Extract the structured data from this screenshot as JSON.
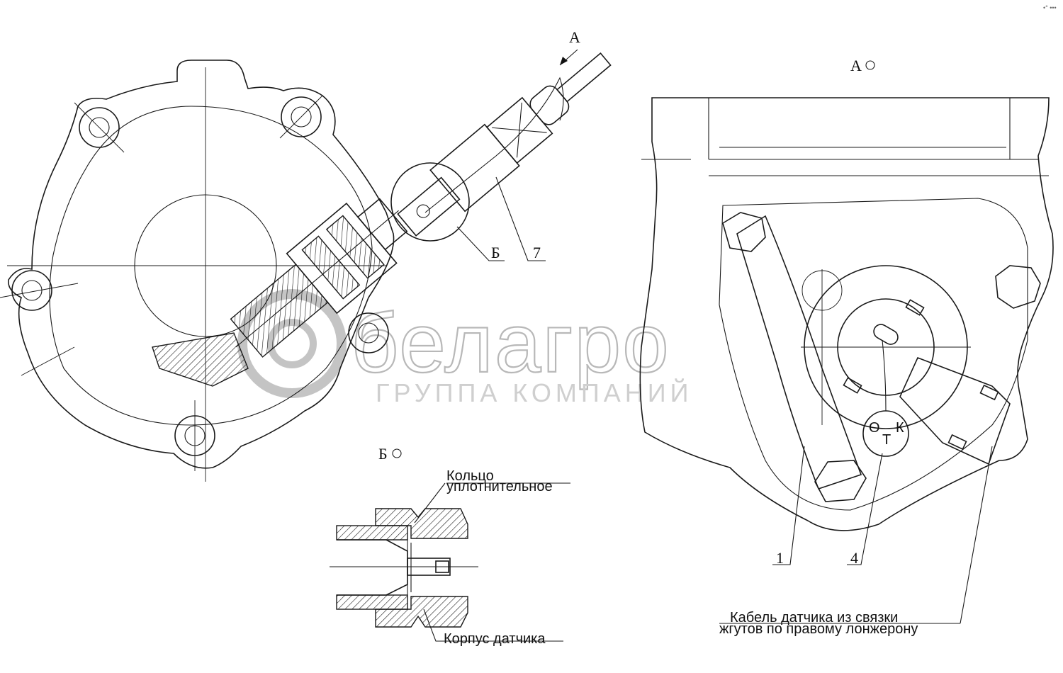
{
  "labels": {
    "view_a_arrow": "А",
    "view_a_title": "А",
    "view_b_callout": "Б",
    "view_b_title": "Б",
    "part_7": "7",
    "part_1": "1",
    "part_4": "4"
  },
  "seal_letters": {
    "left": "О",
    "middle": "Т",
    "right": "К"
  },
  "notes": {
    "ring_line1": "Кольцо",
    "ring_line2": "уплотнительное",
    "sensor_body": "Корпус датчика",
    "cable_line1": "Кабель датчика из связки",
    "cable_line2": "жгутов по правому лонжерону"
  },
  "watermark": {
    "brand": "белагро",
    "subtitle": "ГРУППА КОМПАНИЙ"
  },
  "corner_mark": "•° •••"
}
